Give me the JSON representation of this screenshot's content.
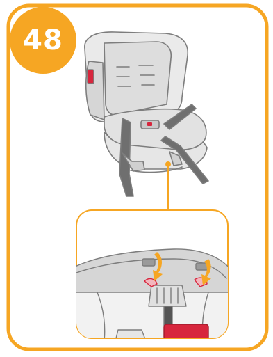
{
  "step": {
    "number": "48"
  },
  "colors": {
    "accent": "#F6A623",
    "line": "#7d7d7d",
    "seat_fill": "#e8e8e8",
    "release": "#d7263d"
  },
  "illustration": {
    "main": "car-seat-with-harness",
    "detail": "seat-underside-harness-release-closeup",
    "icons": [
      "arrow-down-icon",
      "arrow-down-icon"
    ]
  }
}
